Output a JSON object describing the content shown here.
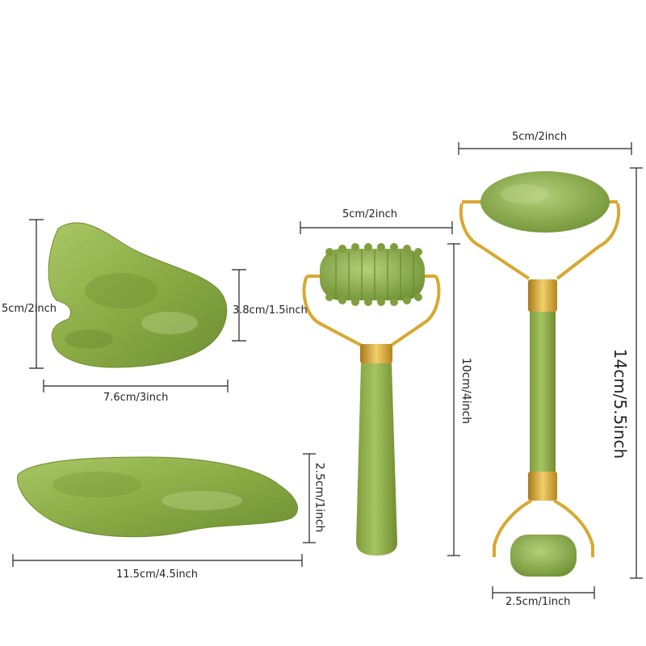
{
  "image": {
    "colors": {
      "jade": "#8fb04a",
      "jade_dark": "#5f7d2a",
      "jade_light": "#b6cf7a",
      "gold": "#d8a830",
      "gold_dark": "#a8781a",
      "line": "#222222"
    }
  },
  "labels": {
    "gua_sha_heart_height": "5cm/2inch",
    "gua_sha_heart_notch": "3.8cm/1.5inch",
    "gua_sha_heart_width": "7.6cm/3inch",
    "gua_sha_wing_height": "2.5cm/1inch",
    "gua_sha_wing_width": "11.5cm/4.5inch",
    "small_roller_width": "5cm/2inch",
    "small_roller_height": "10cm/4inch",
    "large_roller_width": "5cm/2inch",
    "large_roller_height": "14cm/5.5inch",
    "large_roller_small_end": "2.5cm/1inch"
  }
}
